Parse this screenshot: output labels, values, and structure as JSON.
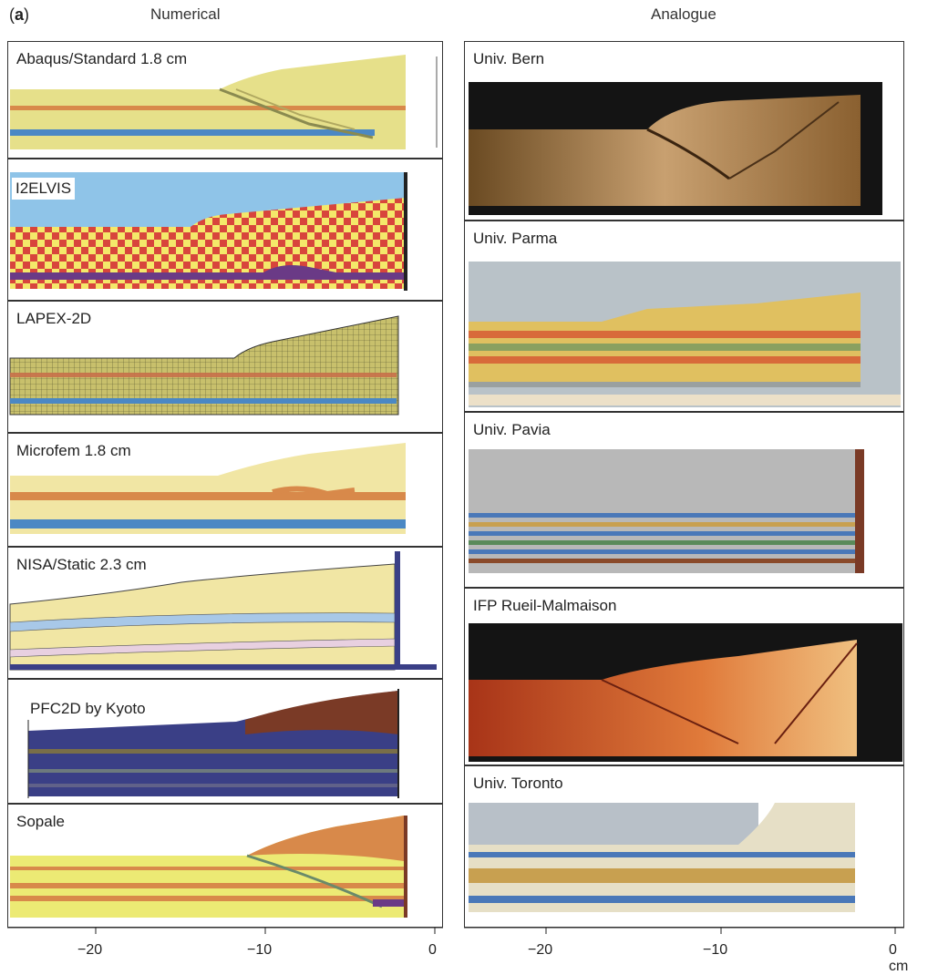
{
  "figure_label": {
    "prefix": "(",
    "letter": "a",
    "suffix": ")"
  },
  "columns": {
    "left": "Numerical",
    "right": "Analogue"
  },
  "numerical_panels": [
    {
      "label": "Abaqus/Standard 1.8 cm"
    },
    {
      "label": "I2ELVIS"
    },
    {
      "label": "LAPEX-2D"
    },
    {
      "label": "Microfem 1.8 cm"
    },
    {
      "label": "NISA/Static 2.3 cm"
    },
    {
      "label": "PFC2D by Kyoto"
    },
    {
      "label": "Sopale"
    }
  ],
  "analogue_panels": [
    {
      "label": "Univ. Bern"
    },
    {
      "label": "Univ. Parma"
    },
    {
      "label": "Univ. Pavia"
    },
    {
      "label": "IFP Rueil-Malmaison"
    },
    {
      "label": "Univ. Toronto"
    }
  ],
  "axis_left": {
    "ticks": [
      "−20",
      "−10",
      "0"
    ]
  },
  "axis_right": {
    "ticks": [
      "−20",
      "−10",
      "0 cm"
    ]
  },
  "colors": {
    "yellow_layer": "#e6e08a",
    "orange_layer": "#d8894a",
    "blue_layer": "#4b88c4",
    "pale_yellow": "#f1e6a4",
    "sky": "#8fc4e8",
    "red_check": "#d8453c",
    "purple_layer": "#6a3a86",
    "navy": "#3a3f86",
    "brown": "#7a3a26"
  }
}
